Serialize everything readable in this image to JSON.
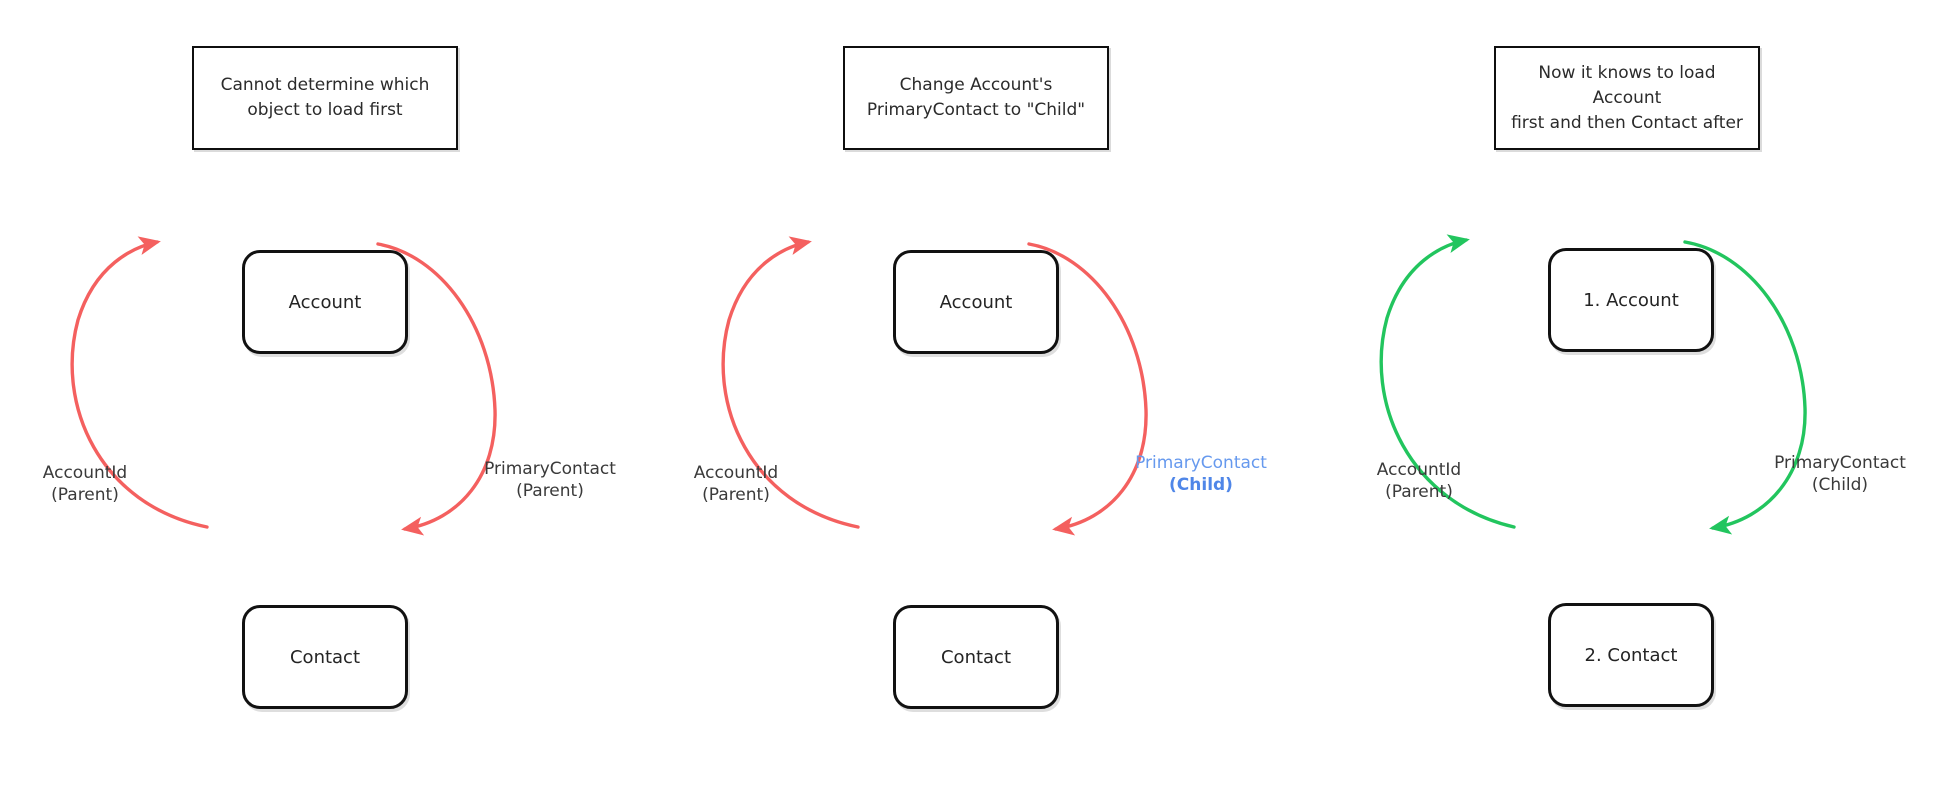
{
  "diagram": {
    "title": "Object load order dependency cycle",
    "background": "#ffffff",
    "colors": {
      "arrow_red": "#f4605f",
      "arrow_green": "#22c55e",
      "node_border": "#111111",
      "text": "#2b2b2b",
      "accent_blue": "#6699ee",
      "accent_blue_bold": "#4f86e8"
    }
  },
  "panels": [
    {
      "id": "panel-problem",
      "caption": "Cannot determine which\nobject to load first",
      "arrow_color": "#f4605f",
      "nodes": {
        "top": "Account",
        "bottom": "Contact"
      },
      "labels": {
        "left": {
          "line1": "AccountId",
          "line2": "(Parent)",
          "accent": false
        },
        "right": {
          "line1": "PrimaryContact",
          "line2": "(Parent)",
          "accent": false
        }
      }
    },
    {
      "id": "panel-change",
      "caption": "Change Account's\nPrimaryContact to \"Child\"",
      "arrow_color": "#f4605f",
      "nodes": {
        "top": "Account",
        "bottom": "Contact"
      },
      "labels": {
        "left": {
          "line1": "AccountId",
          "line2": "(Parent)",
          "accent": false
        },
        "right": {
          "line1": "PrimaryContact",
          "line2": "(Child)",
          "accent": true
        }
      }
    },
    {
      "id": "panel-resolved",
      "caption": "Now it knows to load Account\nfirst and then Contact after",
      "arrow_color": "#22c55e",
      "nodes": {
        "top": "1. Account",
        "bottom": "2. Contact"
      },
      "labels": {
        "left": {
          "line1": "AccountId",
          "line2": "(Parent)",
          "accent": false
        },
        "right": {
          "line1": "PrimaryContact",
          "line2": "(Child)",
          "accent": false
        }
      }
    }
  ]
}
